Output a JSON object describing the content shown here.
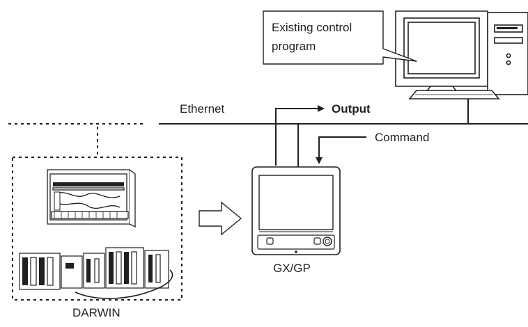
{
  "callout": {
    "line1": "Existing control",
    "line2": "program"
  },
  "labels": {
    "ethernet": "Ethernet",
    "output": "Output",
    "command": "Command",
    "gxgp": "GX/GP",
    "darwin": "DARWIN"
  },
  "colors": {
    "line": "#231f20",
    "background": "#ffffff"
  },
  "icons": [
    "pc-icon",
    "gxgp-recorder-icon",
    "darwin-recorder-icon",
    "darwin-modules-icon",
    "migration-arrow-icon"
  ]
}
